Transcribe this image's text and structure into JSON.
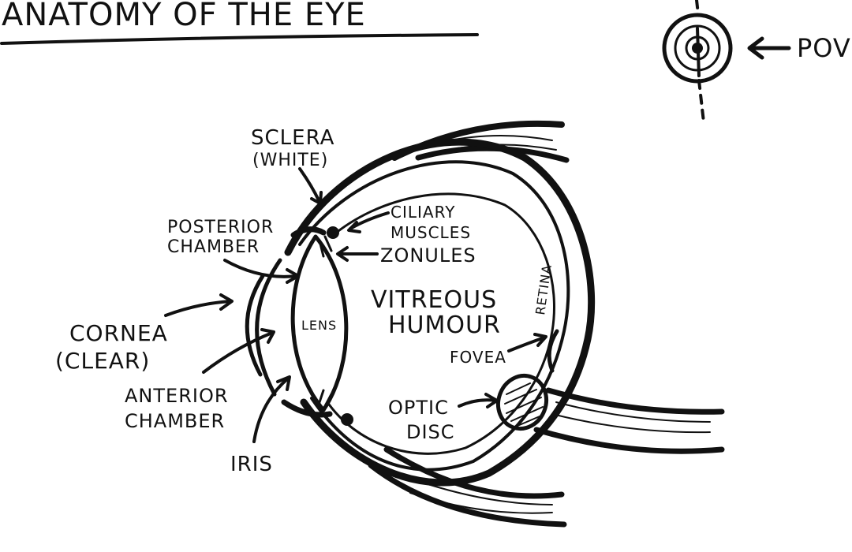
{
  "title": "ANATOMY OF THE EYE",
  "pov_label": "POV",
  "labels": {
    "sclera": "SCLERA",
    "sclera_note": "(WHITE)",
    "ciliary_1": "CILIARY",
    "ciliary_2": "MUSCLES",
    "posterior_1": "POSTERIOR",
    "posterior_2": "CHAMBER",
    "zonules": "ZONULES",
    "vitreous_1": "VITREOUS",
    "vitreous_2": "HUMOUR",
    "retina": "RETINA",
    "lens": "LENS",
    "cornea": "CORNEA",
    "cornea_note": "(CLEAR)",
    "fovea": "FOVEA",
    "anterior_1": "ANTERIOR",
    "anterior_2": "CHAMBER",
    "optic_1": "OPTIC",
    "optic_2": "DISC",
    "iris": "IRIS"
  },
  "colors": {
    "ink": "#111111",
    "background": "#ffffff"
  }
}
